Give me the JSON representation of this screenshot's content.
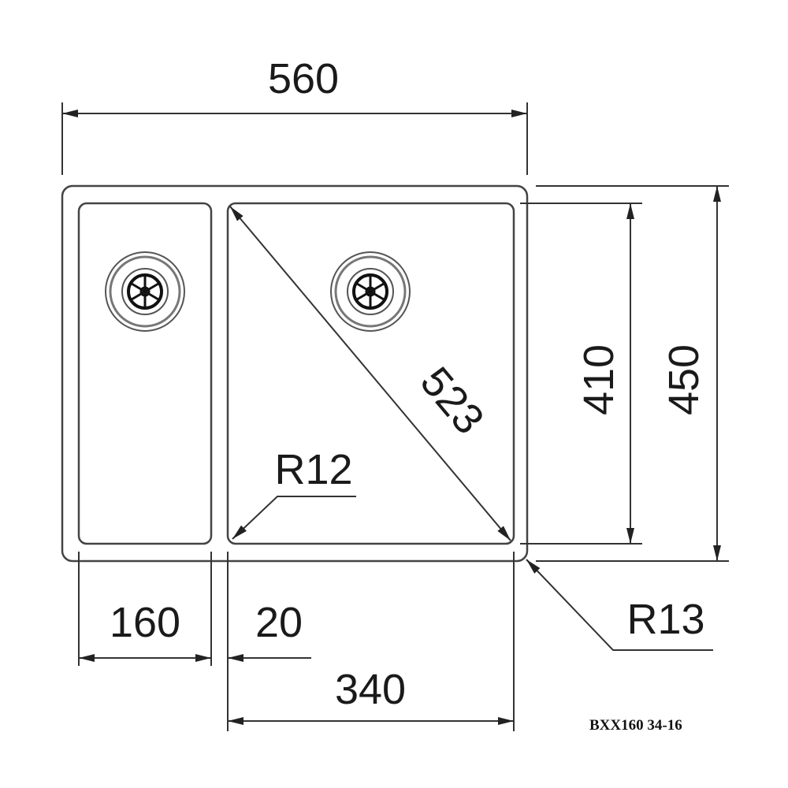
{
  "drawing": {
    "model_code": "BXX160 34-16",
    "dimensions": {
      "overall_width": "560",
      "overall_depth": "450",
      "bowl_depth": "410",
      "diagonal": "523",
      "inner_radius": "R12",
      "outer_radius": "R13",
      "small_bowl_width": "160",
      "divider_width": "20",
      "large_bowl_width": "340"
    }
  }
}
